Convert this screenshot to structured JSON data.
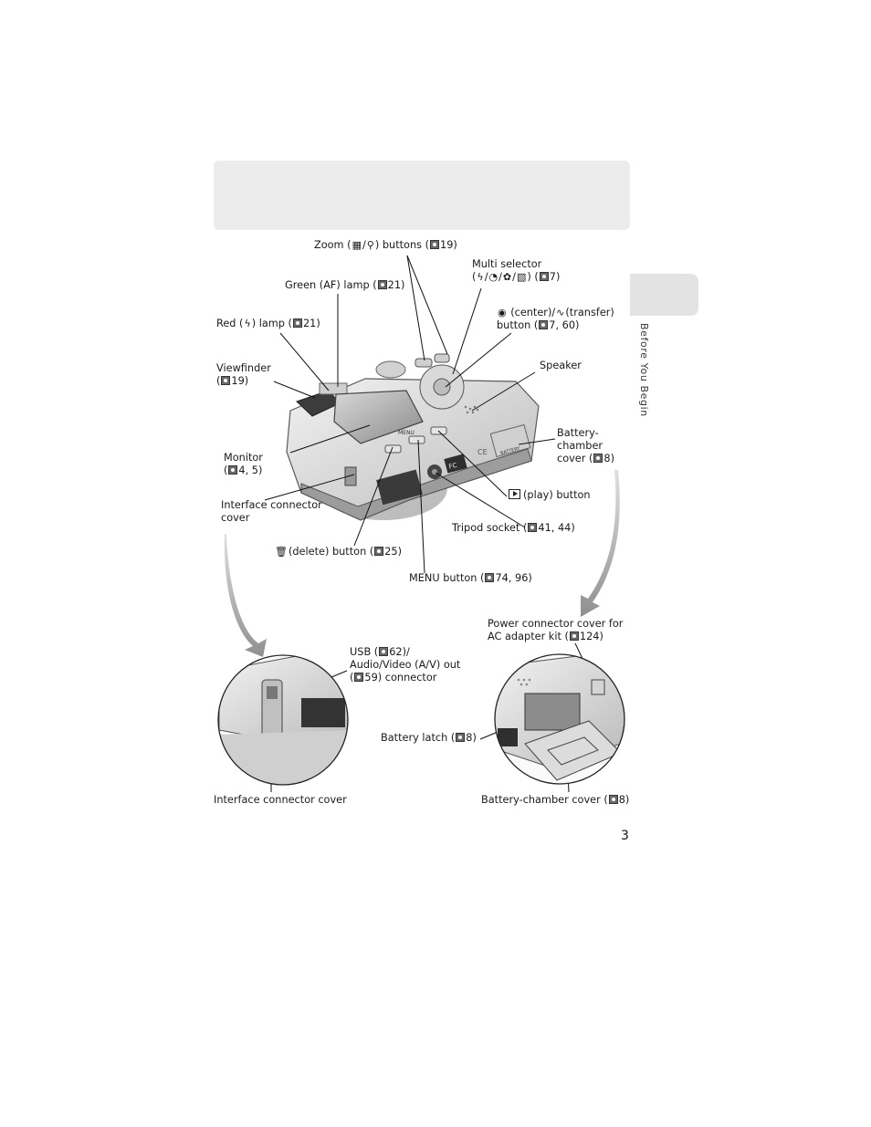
{
  "page": {
    "section_tab": "Before You Begin",
    "page_number": "3"
  },
  "callouts": {
    "zoom": {
      "before": "Zoom (",
      "after": ") buttons (",
      "page": "19)"
    },
    "multi_selector": {
      "line1": "Multi selector",
      "line2_open": "(",
      "line2_close": ") (",
      "page": "7)"
    },
    "green_lamp": {
      "before": "Green (AF) lamp (",
      "page": "21)"
    },
    "red_lamp": {
      "before": "Red (",
      "mid": ") lamp (",
      "page": "21)"
    },
    "center_transfer": {
      "center": "(center)/",
      "transfer": "(transfer)",
      "line2": "button (",
      "page": "7, 60)"
    },
    "viewfinder": {
      "line1": "Viewfinder",
      "open": "(",
      "page": "19)"
    },
    "speaker": "Speaker",
    "battery_chamber_cover_top": {
      "line1": "Battery-",
      "line2": "chamber",
      "line3": "cover (",
      "page": "8)"
    },
    "monitor": {
      "line1": "Monitor",
      "open": "(",
      "page": "4, 5)"
    },
    "play_button": "(play) button",
    "interface_connector_cover_top": {
      "line1": "Interface connector",
      "line2": "cover"
    },
    "tripod_socket": {
      "before": "Tripod socket (",
      "page": "41, 44)"
    },
    "delete_button": {
      "before": "(delete) button (",
      "page": "25)"
    },
    "menu_button": {
      "before": "MENU button (",
      "page": "74, 96)"
    },
    "power_connector": {
      "line1": "Power connector cover for",
      "line2": "AC adapter kit (",
      "page": "124)"
    },
    "usb": {
      "line1_open": "USB (",
      "line1_page": "62)/",
      "line2": "Audio/Video (A/V) out",
      "line3_open": "(",
      "line3_page": "59) connector"
    },
    "battery_latch": {
      "before": "Battery latch (",
      "page": "8)"
    },
    "interface_connector_cover_bottom": "Interface connector cover",
    "battery_chamber_cover_bottom": {
      "before": "Battery-chamber cover (",
      "page": "8)"
    }
  },
  "icons": {
    "flash": "ϟ",
    "self_timer": "◔",
    "macro": "✿",
    "exposure": "▧",
    "zoom_wide": "▦",
    "zoom_tele": "⚲",
    "center": "◉",
    "transfer": "∿",
    "delete": "🗑"
  },
  "camera_markings": {
    "menu": "MENU",
    "battery": "BATTERY",
    "fc": "FC",
    "ce": "CE"
  }
}
